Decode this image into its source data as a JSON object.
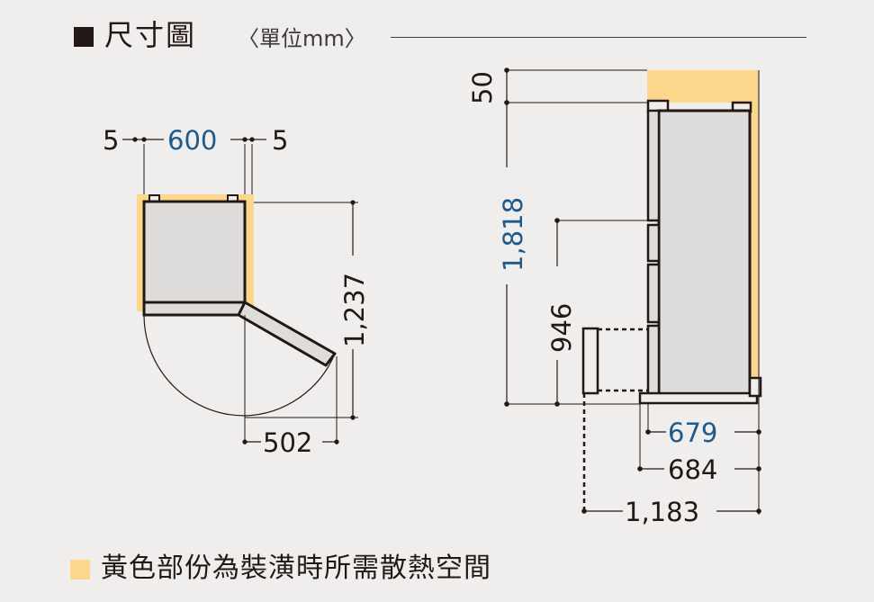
{
  "title": "尺寸圖",
  "unit_label": "〈單位mm〉",
  "legend_text": "黃色部份為裝潢時所需散熱空間",
  "colors": {
    "heat_space": "#fbd68d",
    "highlight_dim": "#1f5a8c",
    "line": "#231815",
    "body_fill": "#dedddb",
    "background": "#efeeec"
  },
  "top_view": {
    "gap_left": "5",
    "width": "600",
    "gap_right": "5",
    "depth_door_open": "1,237",
    "door_swing": "502"
  },
  "side_view": {
    "top_clearance": "50",
    "height": "1,818",
    "drawer_height": "946",
    "depth": "679",
    "depth_with_handle": "684",
    "depth_drawer_open": "1,183"
  }
}
